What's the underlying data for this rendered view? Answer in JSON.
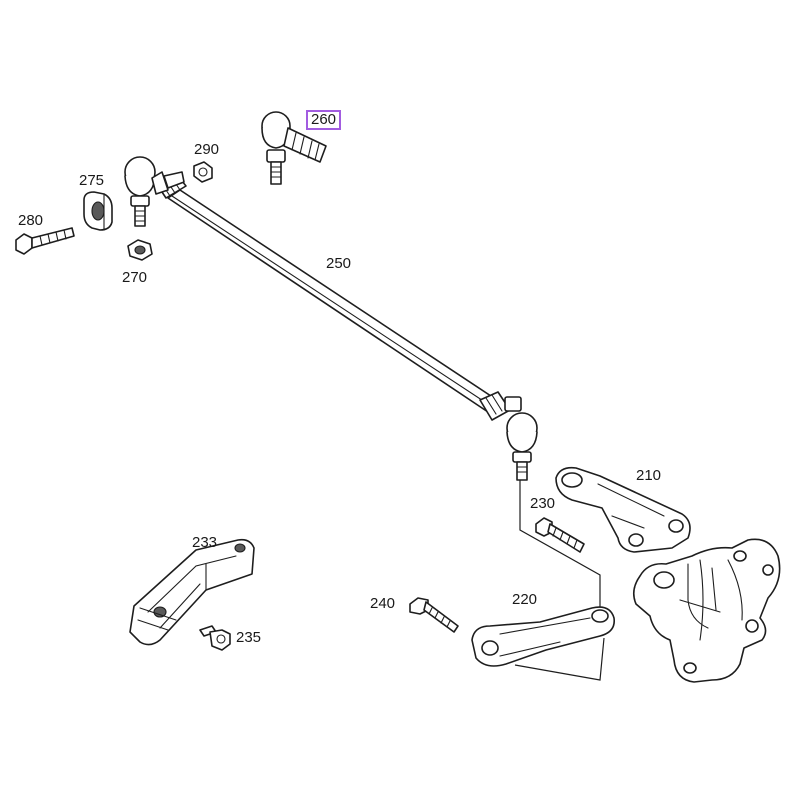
{
  "callouts": [
    {
      "id": "260",
      "text": "260",
      "highlighted": true
    },
    {
      "id": "290",
      "text": "290",
      "highlighted": false
    },
    {
      "id": "275",
      "text": "275",
      "highlighted": false
    },
    {
      "id": "280",
      "text": "280",
      "highlighted": false
    },
    {
      "id": "270",
      "text": "270",
      "highlighted": false
    },
    {
      "id": "250",
      "text": "250",
      "highlighted": false
    },
    {
      "id": "210",
      "text": "210",
      "highlighted": false
    },
    {
      "id": "230",
      "text": "230",
      "highlighted": false
    },
    {
      "id": "233",
      "text": "233",
      "highlighted": false
    },
    {
      "id": "240",
      "text": "240",
      "highlighted": false
    },
    {
      "id": "220",
      "text": "220",
      "highlighted": false
    },
    {
      "id": "235",
      "text": "235",
      "highlighted": false
    }
  ],
  "colors": {
    "highlight_border": "#a25ce0",
    "line": "#1e1e1e",
    "background": "#ffffff"
  }
}
